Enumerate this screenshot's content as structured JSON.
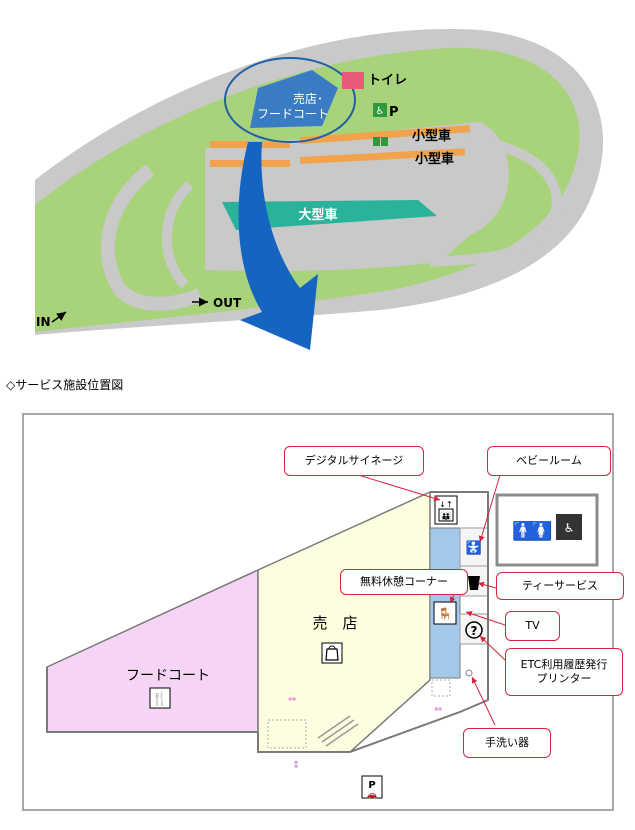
{
  "overview": {
    "store_food_label": [
      "売店･",
      "フードコート"
    ],
    "toilet_label": "トイレ",
    "parking_label": "P",
    "small_car_label_1": "小型車",
    "small_car_label_2": "小型車",
    "large_car_label": "大型車",
    "in_label": "IN",
    "out_label": "OUT"
  },
  "section_title": "◇サービス施設位置図",
  "floor": {
    "food_court_label": "フードコート",
    "store_label": "売　店"
  },
  "callouts": {
    "digital_signage": "デジタルサイネージ",
    "baby_room": "ベビールーム",
    "rest_corner": "無料休憩コーナー",
    "tea_service": "ティーサービス",
    "tv": "TV",
    "etc_printer": [
      "ETC利用履歴発行",
      "プリンター"
    ],
    "hand_washer": "手洗い器"
  },
  "colors": {
    "grass": "#a8d37a",
    "road": "#c9c9c9",
    "food_building": "#3a7cc4",
    "toilet": "#e85a7a",
    "small_parking": "#f2a24a",
    "large_parking": "#2ab39a",
    "accessible": "#2e9a3c",
    "big_arrow": "#1565c0",
    "food_court_area": "#f5d4f5",
    "store_area": "#fdfde0",
    "service_strip": "#a4c8ea",
    "callout_border": "#d7263d"
  },
  "icons": [
    "fork-knife-icon",
    "shopping-bag-icon",
    "elevator-icon",
    "toilet-people-icon",
    "accessible-toilet-icon",
    "baby-icon",
    "tea-cup-icon",
    "rest-people-icon",
    "question-icon",
    "parking-car-icon"
  ]
}
